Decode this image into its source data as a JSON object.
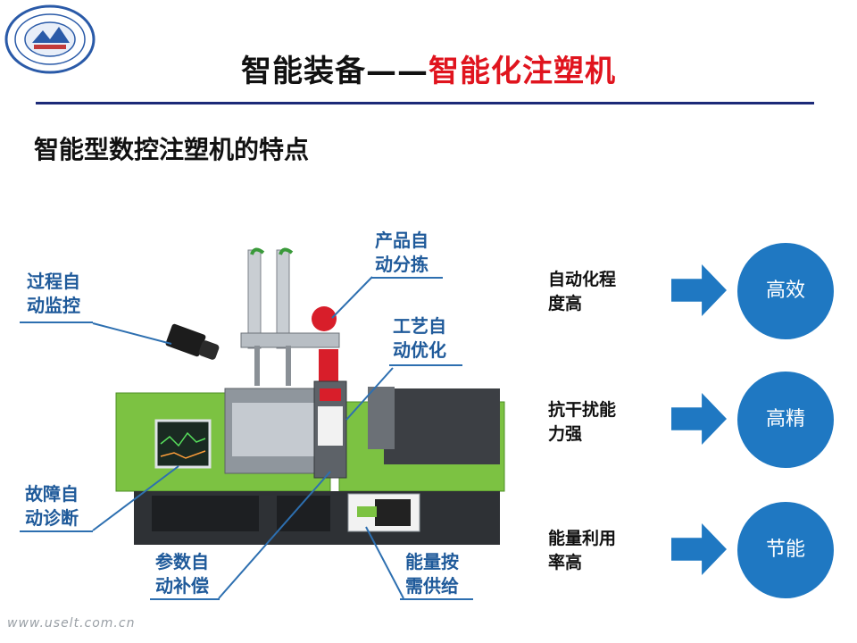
{
  "slide": {
    "title_black": "智能装备——",
    "title_red": "智能化注塑机",
    "subtitle": "智能型数控注塑机的特点",
    "watermark": "www.uselt.com.cn"
  },
  "logo": {
    "name": "university-seal"
  },
  "callouts": [
    {
      "key": "process-monitor",
      "line1": "过程自",
      "line2": "动监控"
    },
    {
      "key": "product-sort",
      "line1": "产品自",
      "line2": "动分拣"
    },
    {
      "key": "craft-optimize",
      "line1": "工艺自",
      "line2": "动优化"
    },
    {
      "key": "fault-diagnose",
      "line1": "故障自",
      "line2": "动诊断"
    },
    {
      "key": "param-compensate",
      "line1": "参数自",
      "line2": "动补偿"
    },
    {
      "key": "energy-on-demand",
      "line1": "能量按",
      "line2": "需供给"
    }
  ],
  "features": [
    {
      "line1": "自动化程",
      "line2": "度高",
      "result": "高效"
    },
    {
      "line1": "抗干扰能",
      "line2": "力强",
      "result": "高精"
    },
    {
      "line1": "能量利用",
      "line2": "率高",
      "result": "节能"
    }
  ],
  "colors": {
    "accent_red": "#e0141e",
    "rule_navy": "#1c2a78",
    "label_blue": "#1f5a9a",
    "circle_blue": "#1f78c2",
    "machine_green": "#7cc242"
  }
}
